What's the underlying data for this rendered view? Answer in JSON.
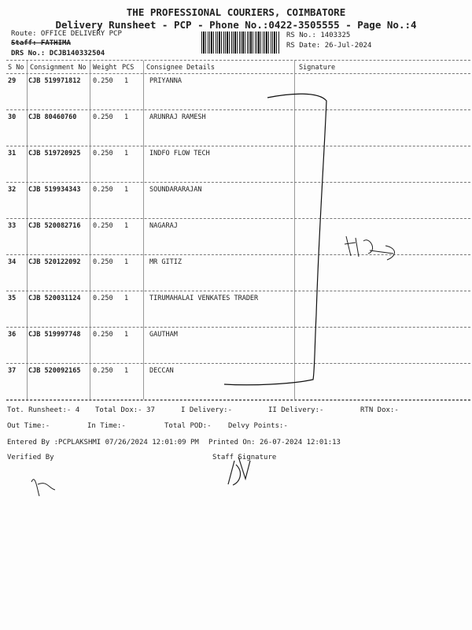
{
  "header": {
    "company": "THE PROFESSIONAL COURIERS, COIMBATORE",
    "subtitle": "Delivery Runsheet - PCP - Phone No.:0422-3505555 - Page No.:4",
    "route": "Route: OFFICE DELIVERY PCP",
    "staff": "Staff: FATHIMA",
    "drs": "DRS No.: DCJB140332504",
    "rs_no": "RS No.: 1403325",
    "rs_date": "RS Date: 26-Jul-2024"
  },
  "columns": [
    "S No",
    "Consignment No",
    "Weight",
    "PCS",
    "Consignee Details",
    "Signature"
  ],
  "rows": [
    {
      "sno": "29",
      "cn": "CJB 519971812",
      "wt": "0.250",
      "pcs": "1",
      "name": "PRIYANNA"
    },
    {
      "sno": "30",
      "cn": "CJB 80460760",
      "wt": "0.250",
      "pcs": "1",
      "name": "ARUNRAJ RAMESH"
    },
    {
      "sno": "31",
      "cn": "CJB 519720925",
      "wt": "0.250",
      "pcs": "1",
      "name": "INDFO FLOW TECH"
    },
    {
      "sno": "32",
      "cn": "CJB 519934343",
      "wt": "0.250",
      "pcs": "1",
      "name": "SOUNDARARAJAN"
    },
    {
      "sno": "33",
      "cn": "CJB 520082716",
      "wt": "0.250",
      "pcs": "1",
      "name": "NAGARAJ"
    },
    {
      "sno": "34",
      "cn": "CJB 520122092",
      "wt": "0.250",
      "pcs": "1",
      "name": "MR  GITIZ"
    },
    {
      "sno": "35",
      "cn": "CJB 520031124",
      "wt": "0.250",
      "pcs": "1",
      "name": "TIRUMAHALAI VENKATES TRADER"
    },
    {
      "sno": "36",
      "cn": "CJB 519997748",
      "wt": "0.250",
      "pcs": "1",
      "name": "GAUTHAM"
    },
    {
      "sno": "37",
      "cn": "CJB 520092165",
      "wt": "0.250",
      "pcs": "1",
      "name": "DECCAN"
    }
  ],
  "footer": {
    "tot_runsheet": "Tot. Runsheet:- 4",
    "total_dox": "Total Dox:-   37",
    "i_delivery": "I Delivery:-",
    "ii_delivery": "II Delivery:-",
    "rtn_dox": "RTN Dox:-",
    "out_time": "Out Time:-",
    "in_time": "In Time:-",
    "total_pod": "Total POD:-",
    "delvy_points": "Delvy Points:-",
    "entered_by": "Entered By :PCPLAKSHMI 07/26/2024 12:01:09 PM",
    "printed_on": "Printed On: 26-07-2024 12:01:13",
    "verified_by": "Verified By",
    "staff_signature": "Staff Signature"
  }
}
